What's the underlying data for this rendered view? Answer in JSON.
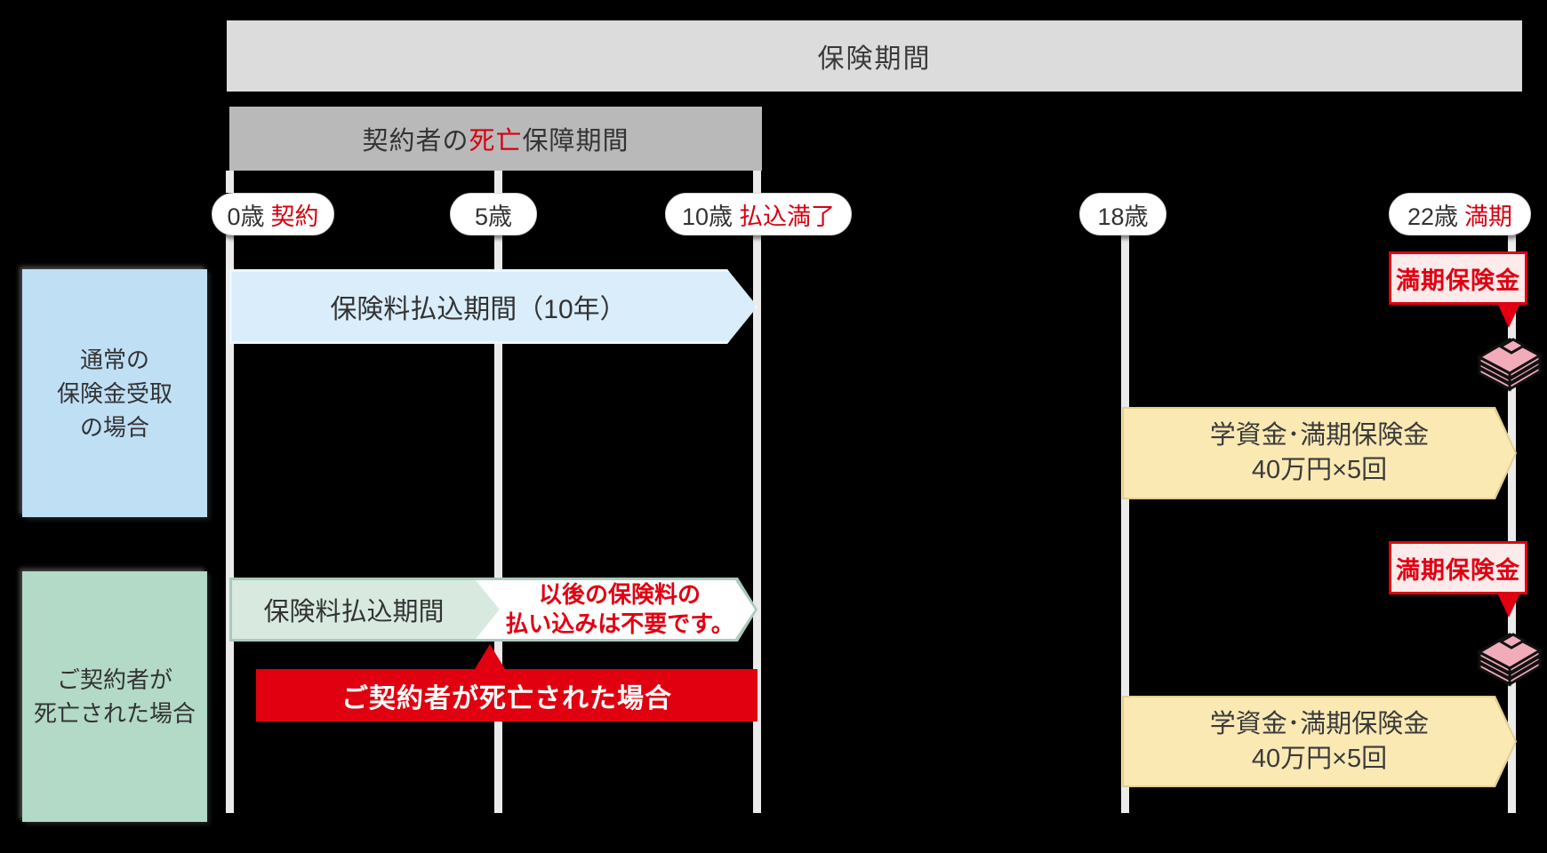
{
  "header": {
    "insurance_period": "保険期間",
    "death_cover_prefix": "契約者の",
    "death_cover_red": "死亡",
    "death_cover_suffix": "保障期間"
  },
  "timeline": {
    "pills": [
      {
        "age": "0歳",
        "note": "契約"
      },
      {
        "age": "5歳",
        "note": ""
      },
      {
        "age": "10歳",
        "note": "払込満了"
      },
      {
        "age": "18歳",
        "note": ""
      },
      {
        "age": "22歳",
        "note": "満期"
      }
    ]
  },
  "rows": {
    "normal": {
      "label_lines": [
        "通常の",
        "保険金受取",
        "の場合"
      ],
      "premium_arrow": "保険料払込期間（10年）",
      "maturity_callout": "満期保険金",
      "benefit_line1": "学資金･満期保険金",
      "benefit_line2": "40万円×5回"
    },
    "death": {
      "label_lines": [
        "ご契約者が",
        "死亡された場合"
      ],
      "premium_arrow": "保険料払込期間",
      "waiver_line1": "以後の保険料の",
      "waiver_line2": "払い込みは不要です。",
      "event_bar": "ご契約者が死亡された場合",
      "maturity_callout": "満期保険金",
      "benefit_line1": "学資金･満期保険金",
      "benefit_line2": "40万円×5回"
    }
  },
  "colors": {
    "accent_red": "#e00012",
    "top_bar_gray": "#dcdcdc",
    "death_bar_gray": "#b9b9b9",
    "blue_label": "#bfdff5",
    "green_label": "#b3d9c7",
    "blue_arrow": "#d9edfb",
    "green_arrow": "#d8eae0",
    "yellow_box": "#fbe9b4",
    "callout_pink": "#fdeaea",
    "money_pink": "#f2acb9",
    "timeline_line": "#ebebeb"
  }
}
